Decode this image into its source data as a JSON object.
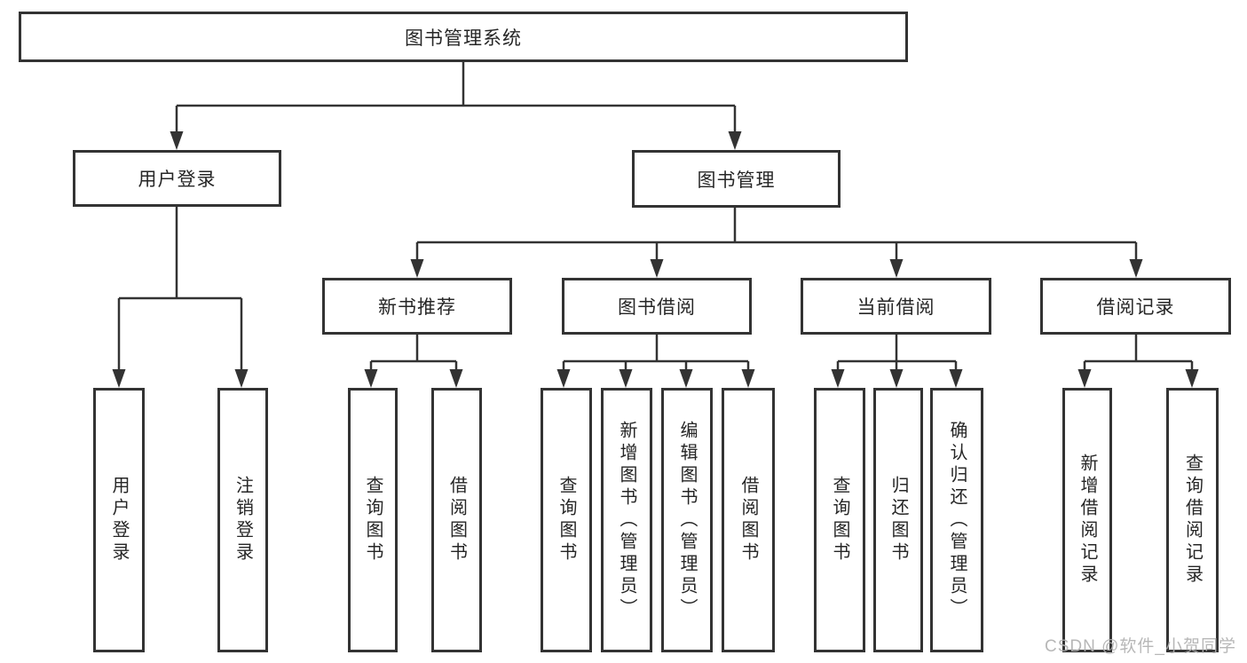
{
  "diagram": {
    "root": "图书管理系统",
    "branches": [
      {
        "label": "用户登录",
        "children": [
          "用户登录",
          "注销登录"
        ]
      },
      {
        "label": "图书管理",
        "sections": [
          {
            "label": "新书推荐",
            "children": [
              "查询图书",
              "借阅图书"
            ]
          },
          {
            "label": "图书借阅",
            "children": [
              "查询图书",
              "新增图书（管理员）",
              "编辑图书（管理员）",
              "借阅图书"
            ]
          },
          {
            "label": "当前借阅",
            "children": [
              "查询图书",
              "归还图书",
              "确认归还（管理员）"
            ]
          },
          {
            "label": "借阅记录",
            "children": [
              "新增借阅记录",
              "查询借阅记录"
            ]
          }
        ]
      }
    ],
    "watermark": "CSDN @软件_小贺同学",
    "colors": {
      "line": "#333333",
      "box_border": "#333333",
      "text": "#262626",
      "watermark": "#b0b0b0",
      "background": "#ffffff"
    }
  }
}
